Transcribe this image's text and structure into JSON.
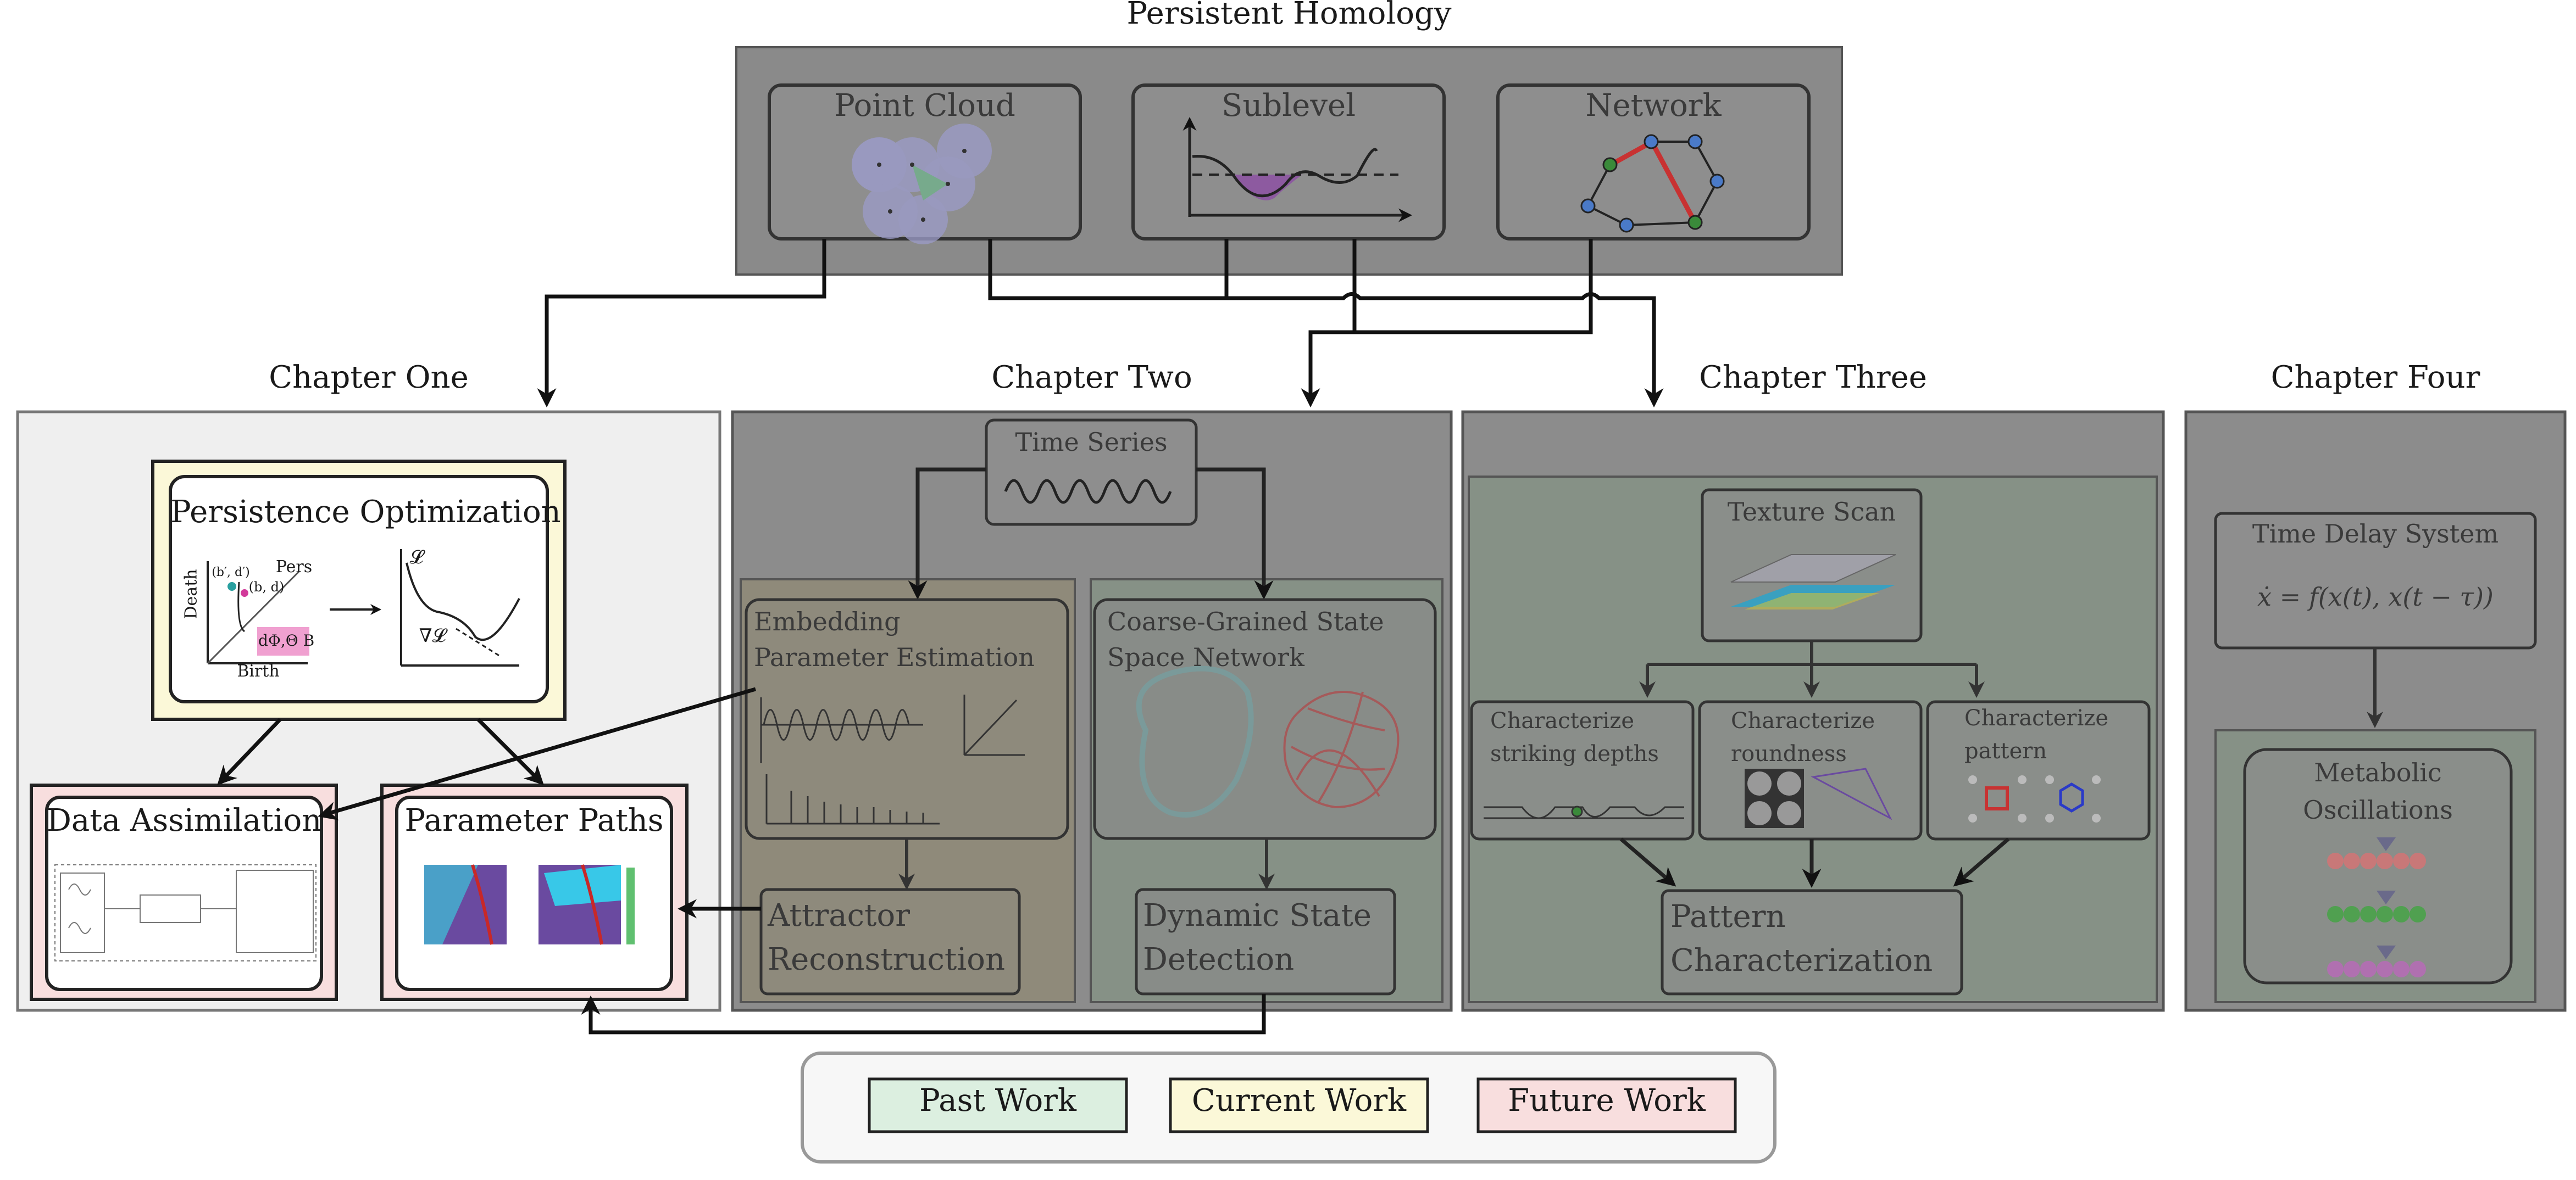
{
  "top": {
    "title": "Persistent Homology",
    "items": [
      "Point Cloud",
      "Sublevel",
      "Network"
    ]
  },
  "chapters": {
    "one": {
      "title": "Chapter One"
    },
    "two": {
      "title": "Chapter Two"
    },
    "three": {
      "title": "Chapter Three"
    },
    "four": {
      "title": "Chapter Four"
    }
  },
  "ch1": {
    "persistence_optimization": "Persistence Optimization",
    "axis_death": "Death",
    "axis_birth": "Birth",
    "pers": "Pers",
    "point_bd": "(b, d)",
    "point_bd_prime": "(b′, d′)",
    "loss": "𝓛",
    "grad_loss": "∇𝓛",
    "pink_label": "dΦ,Θ B",
    "data_assimilation": "Data Assimilation",
    "parameter_paths": "Parameter Paths"
  },
  "ch2": {
    "time_series": "Time Series",
    "embedding_line1": "Embedding",
    "embedding_line2": "Parameter Estimation",
    "coarse_line1": "Coarse-Grained State",
    "coarse_line2": "Space Network",
    "attractor_line1": "Attractor",
    "attractor_line2": "Reconstruction",
    "dynamic_line1": "Dynamic State",
    "dynamic_line2": "Detection"
  },
  "ch3": {
    "texture_scan": "Texture Scan",
    "striking_line1": "Characterize",
    "striking_line2": "striking depths",
    "roundness_line1": "Characterize",
    "roundness_line2": "roundness",
    "pattern_line1": "Characterize",
    "pattern_line2": "pattern",
    "pattern_char_line1": "Pattern",
    "pattern_char_line2": "Characterization"
  },
  "ch4": {
    "tds": "Time Delay System",
    "equation": "ẋ = f(x(t), x(t − τ))",
    "metabolic_line1": "Metabolic",
    "metabolic_line2": "Oscillations"
  },
  "legend": {
    "past": "Past Work",
    "current": "Current Work",
    "future": "Future Work"
  },
  "colors": {
    "past": "#dcefe0",
    "current": "#fbf8d8",
    "future": "#f8dede",
    "panel_gray": "#8c8c8c",
    "light_panel": "#efefef"
  }
}
